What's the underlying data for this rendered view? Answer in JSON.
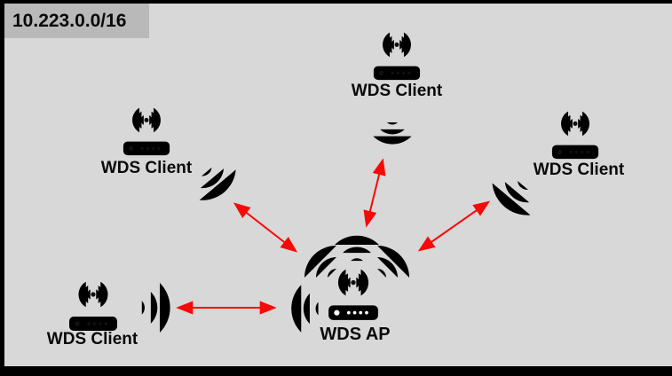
{
  "badge": {
    "network_cidr": "10.223.0.0/16"
  },
  "nodes": {
    "ap": {
      "label": "WDS AP",
      "icon": "wireless-router-icon-solid"
    },
    "client_top": {
      "label": "WDS Client",
      "icon": "wireless-router-icon-outline"
    },
    "client_left": {
      "label": "WDS Client",
      "icon": "wireless-router-icon-outline"
    },
    "client_right": {
      "label": "WDS Client",
      "icon": "wireless-router-icon-outline"
    },
    "client_bottom_left": {
      "label": "WDS Client",
      "icon": "wireless-router-icon-outline"
    }
  },
  "connections": [
    {
      "from": "client_top",
      "to": "ap",
      "type": "bidirectional-wireless-link"
    },
    {
      "from": "client_left",
      "to": "ap",
      "type": "bidirectional-wireless-link"
    },
    {
      "from": "client_right",
      "to": "ap",
      "type": "bidirectional-wireless-link"
    },
    {
      "from": "client_bottom_left",
      "to": "ap",
      "type": "bidirectional-wireless-link"
    }
  ],
  "colors": {
    "background": "#d8d8d8",
    "frame": "#000000",
    "badge_background": "#b9b9b9",
    "label_text": "#0a0a0a",
    "wifi_arc_blue": "#5b9bd5",
    "arrow_red": "#f90808"
  }
}
